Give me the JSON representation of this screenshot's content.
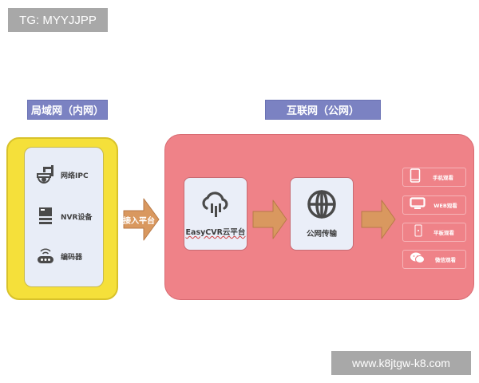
{
  "watermarks": {
    "top_left": "TG: MYYJJPP",
    "bottom_right": "www.k8jtgw-k8.com"
  },
  "colors": {
    "title_bg": "#7b82c2",
    "lan_outer": "#f5e03a",
    "lan_inner": "#e8edf7",
    "wan_outer": "#ef8288",
    "arrow": "#d9985f",
    "icon": "#4a4a4a"
  },
  "lan": {
    "title": "局域网（内网）",
    "devices": [
      {
        "label": "网络IPC",
        "icon": "ptz-camera-icon"
      },
      {
        "label": "NVR设备",
        "icon": "nvr-server-icon"
      },
      {
        "label": "编码器",
        "icon": "encoder-router-icon"
      }
    ]
  },
  "connector": {
    "label": "接入平台"
  },
  "wan": {
    "title": "互联网（公网）",
    "platform": {
      "label": "EasyCVR云平台",
      "icon": "cloud-chart-icon"
    },
    "transport": {
      "label": "公网传输",
      "icon": "globe-icon"
    },
    "viewers": [
      {
        "label": "手机观看",
        "icon": "phone-icon"
      },
      {
        "label": "WEB观看",
        "icon": "monitor-icon"
      },
      {
        "label": "平板观看",
        "icon": "tablet-icon"
      },
      {
        "label": "微信观看",
        "icon": "wechat-icon"
      }
    ]
  }
}
